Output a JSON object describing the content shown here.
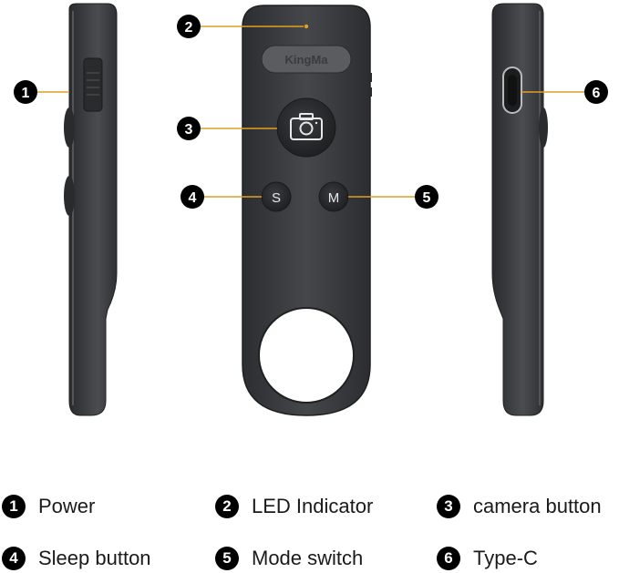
{
  "device": {
    "brand_logo": "KingMa",
    "shutter_icon": "camera-icon",
    "button_s_label": "S",
    "button_m_label": "M"
  },
  "callouts": [
    {
      "number": "1",
      "label": "Power"
    },
    {
      "number": "2",
      "label": "LED Indicator"
    },
    {
      "number": "3",
      "label": "camera button"
    },
    {
      "number": "4",
      "label": "Sleep button"
    },
    {
      "number": "5",
      "label": "Mode switch"
    },
    {
      "number": "6",
      "label": "Type-C"
    }
  ],
  "colors": {
    "body": "#3a3c3f",
    "body_edge": "#2a2b2d",
    "button": "#2b2c2e",
    "callout_line": "#e0a020",
    "badge": "#000000"
  }
}
